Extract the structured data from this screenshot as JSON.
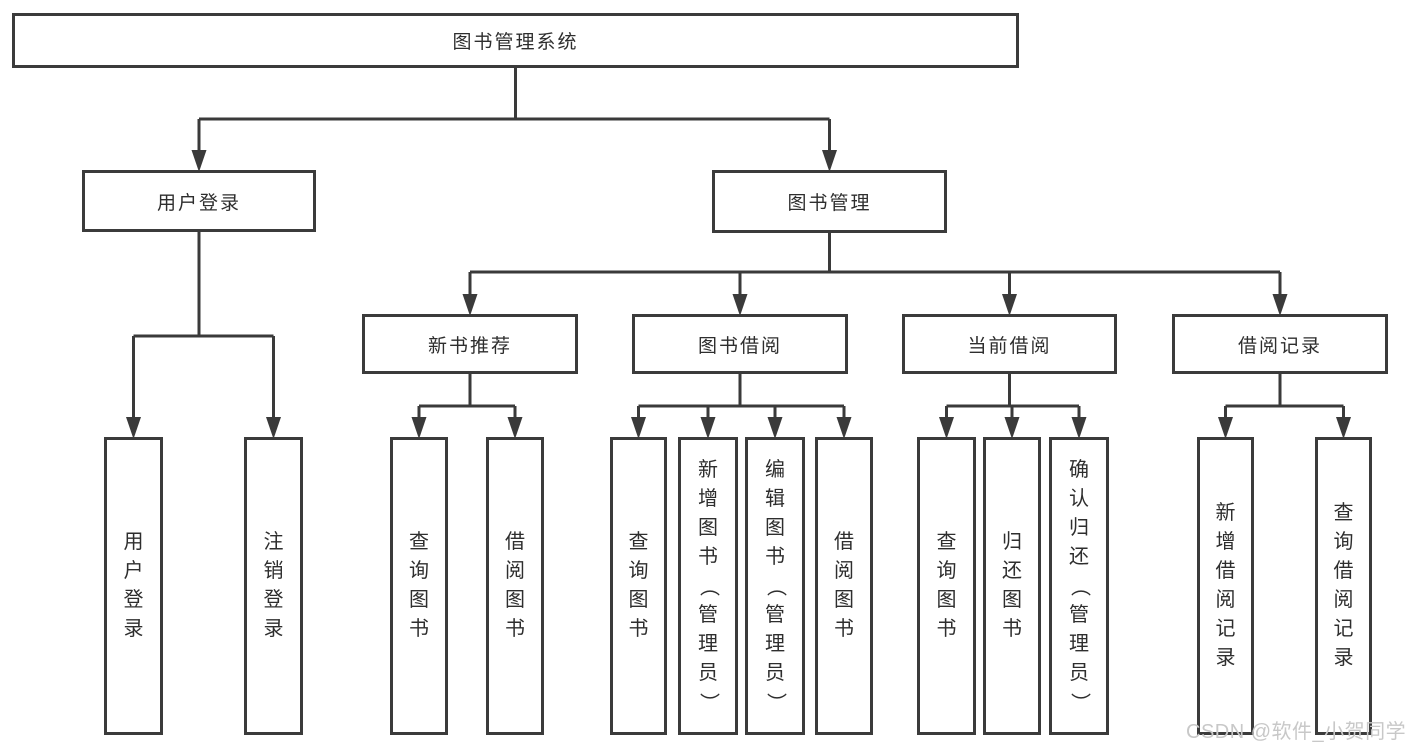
{
  "diagram": {
    "title": "图书管理系统",
    "type": "function-structure-tree",
    "nodes": [
      {
        "id": "root",
        "label": "图书管理系统",
        "parent": null,
        "vertical": false
      },
      {
        "id": "user-login",
        "label": "用户登录",
        "parent": "root",
        "vertical": false
      },
      {
        "id": "book-mgmt",
        "label": "图书管理",
        "parent": "root",
        "vertical": false
      },
      {
        "id": "login",
        "label": "用户登录",
        "parent": "user-login",
        "vertical": true
      },
      {
        "id": "logout",
        "label": "注销登录",
        "parent": "user-login",
        "vertical": true
      },
      {
        "id": "new-book-rec",
        "label": "新书推荐",
        "parent": "book-mgmt",
        "vertical": false
      },
      {
        "id": "book-borrow",
        "label": "图书借阅",
        "parent": "book-mgmt",
        "vertical": false
      },
      {
        "id": "current-borrow",
        "label": "当前借阅",
        "parent": "book-mgmt",
        "vertical": false
      },
      {
        "id": "borrow-records",
        "label": "借阅记录",
        "parent": "book-mgmt",
        "vertical": false
      },
      {
        "id": "rec-query",
        "label": "查询图书",
        "parent": "new-book-rec",
        "vertical": true
      },
      {
        "id": "rec-borrow",
        "label": "借阅图书",
        "parent": "new-book-rec",
        "vertical": true
      },
      {
        "id": "bb-query",
        "label": "查询图书",
        "parent": "book-borrow",
        "vertical": true
      },
      {
        "id": "bb-add",
        "label": "新增图书（管理员）",
        "parent": "book-borrow",
        "vertical": true
      },
      {
        "id": "bb-edit",
        "label": "编辑图书（管理员）",
        "parent": "book-borrow",
        "vertical": true
      },
      {
        "id": "bb-borrow",
        "label": "借阅图书",
        "parent": "book-borrow",
        "vertical": true
      },
      {
        "id": "cb-query",
        "label": "查询图书",
        "parent": "current-borrow",
        "vertical": true
      },
      {
        "id": "cb-return",
        "label": "归还图书",
        "parent": "current-borrow",
        "vertical": true
      },
      {
        "id": "cb-confirm",
        "label": "确认归还（管理员）",
        "parent": "current-borrow",
        "vertical": true
      },
      {
        "id": "br-add",
        "label": "新增借阅记录",
        "parent": "borrow-records",
        "vertical": true
      },
      {
        "id": "br-query",
        "label": "查询借阅记录",
        "parent": "borrow-records",
        "vertical": true
      }
    ]
  },
  "watermark": {
    "text": "CSDN @软件_小贺同学"
  },
  "colors": {
    "line": "#3a3a3a",
    "box_border": "#3b3b3b",
    "box_fill": "#ffffff",
    "text": "#2e2e2e",
    "watermark": "#c8c8c8",
    "background": "#ffffff"
  }
}
